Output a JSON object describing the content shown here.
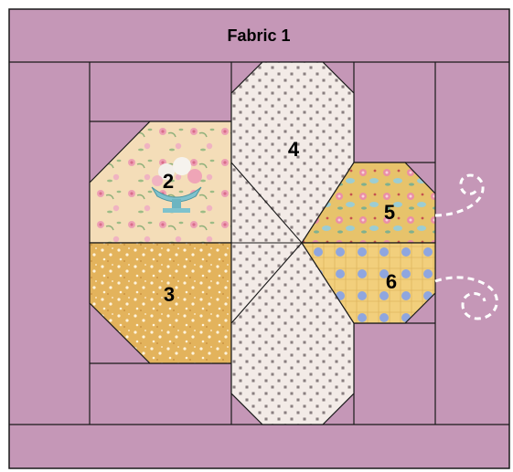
{
  "header": {
    "label": "Fabric 1"
  },
  "pieces": [
    {
      "number": "2",
      "fabric": "floral-urn-print"
    },
    {
      "number": "3",
      "fabric": "mustard-ditsy-print"
    },
    {
      "number": "4",
      "fabric": "cream-star-print"
    },
    {
      "number": "5",
      "fabric": "paisley-floral-print"
    },
    {
      "number": "6",
      "fabric": "mustard-dot-print"
    }
  ],
  "colors": {
    "background_fabric": "#c597b7",
    "floral": "#f4ddb8",
    "mustard": "#e7b760",
    "cream": "#f3ebe7",
    "paisley": "#e8c877",
    "dot": "#f0cf7d",
    "outline": "#1a1a1a",
    "quilting_stitch": "#ffffff"
  }
}
